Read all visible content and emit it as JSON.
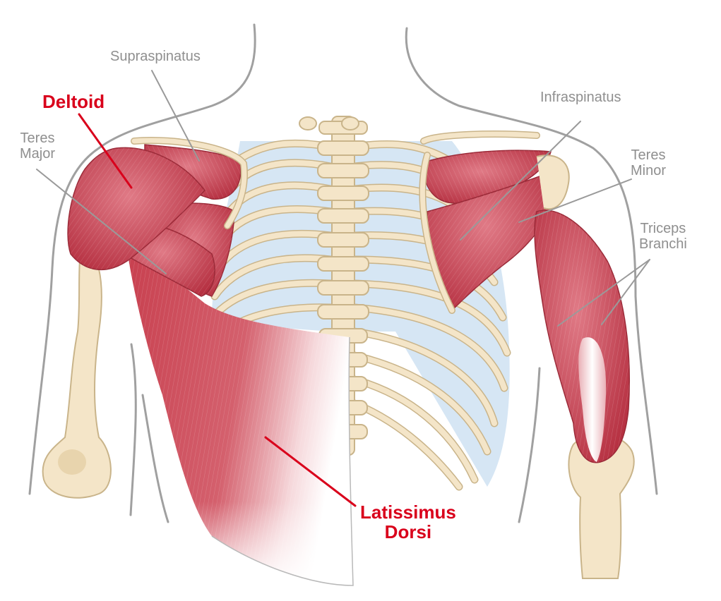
{
  "colors": {
    "muscle": "#c8404f",
    "muscle_light": "#e07a86",
    "bone": "#f4e5c8",
    "bone_outline": "#c9b48a",
    "cartilage": "#d6e6f4",
    "outline": "#a0a0a0",
    "gray_label": "#8f8f8f",
    "red_label": "#d9001b"
  },
  "labels": {
    "supraspinatus": "Supraspinatus",
    "deltoid": "Deltoid",
    "teres_major_1": "Teres",
    "teres_major_2": "Major",
    "infraspinatus": "Infraspinatus",
    "teres_minor_1": "Teres",
    "teres_minor_2": "Minor",
    "triceps_1": "Triceps",
    "triceps_2": "Branchi",
    "latissimus_1": "Latissimus",
    "latissimus_2": "Dorsi"
  }
}
